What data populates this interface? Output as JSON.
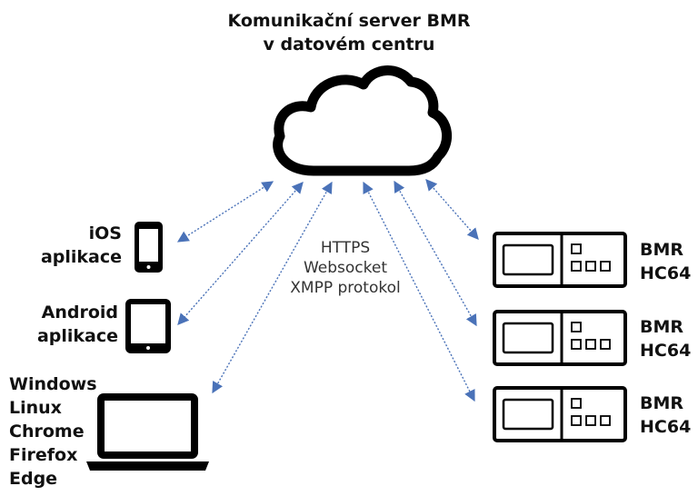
{
  "server": {
    "title_line1": "Komunikační server BMR",
    "title_line2": "v datovém centru"
  },
  "protocol": {
    "line1": "HTTPS",
    "line2": "Websocket",
    "line3": "XMPP protokol"
  },
  "clients": {
    "ios": {
      "line1": "iOS",
      "line2": "aplikace"
    },
    "android": {
      "line1": "Android",
      "line2": "aplikace"
    },
    "desktop": [
      "Windows",
      "Linux",
      "Chrome",
      "Firefox",
      "Edge"
    ]
  },
  "devices": [
    {
      "line1": "BMR",
      "line2": "HC64"
    },
    {
      "line1": "BMR",
      "line2": "HC64"
    },
    {
      "line1": "BMR",
      "line2": "HC64"
    }
  ],
  "colors": {
    "arrow": "#4a72b8",
    "stroke": "#000000"
  }
}
